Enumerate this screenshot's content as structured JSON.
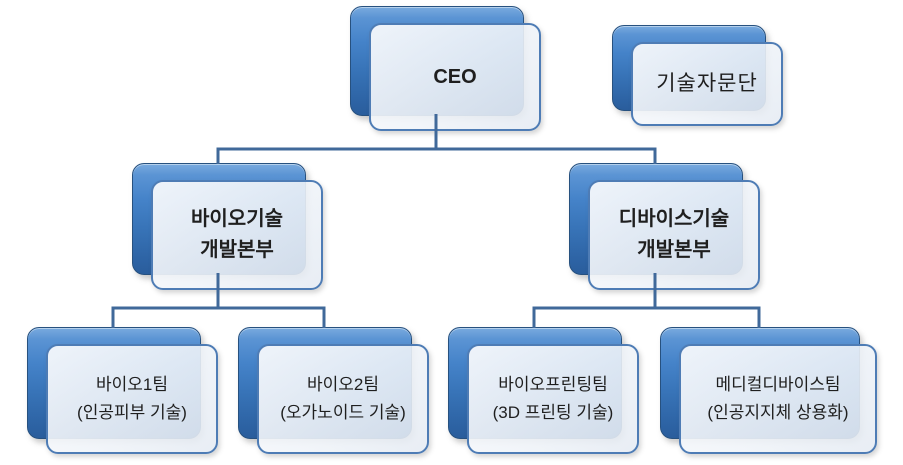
{
  "diagram": {
    "type": "org-chart",
    "nodes": {
      "ceo": {
        "lines": [
          "CEO"
        ]
      },
      "advisory": {
        "lines": [
          "기술자문단"
        ]
      },
      "bio_hq": {
        "lines": [
          "바이오기술",
          "개발본부"
        ]
      },
      "device_hq": {
        "lines": [
          "디바이스기술",
          "개발본부"
        ]
      },
      "bio1": {
        "lines": [
          "바이오1팀",
          "(인공피부 기술)"
        ]
      },
      "bio2": {
        "lines": [
          "바이오2팀",
          "(오가노이드 기술)"
        ]
      },
      "printing": {
        "lines": [
          "바이오프린팅팀",
          "(3D 프린팅 기술)"
        ]
      },
      "medical": {
        "lines": [
          "메디컬디바이스팀",
          "(인공지지체 상용화)"
        ]
      }
    },
    "colors": {
      "back_box_blue_top": "#5b94d4",
      "back_box_blue_bottom": "#2d63a4",
      "front_box_fill": "#f0f4f9",
      "front_box_border": "#4e7cb5",
      "connector": "#40699a",
      "text": "#1f1f1f",
      "background": "#ffffff"
    }
  }
}
